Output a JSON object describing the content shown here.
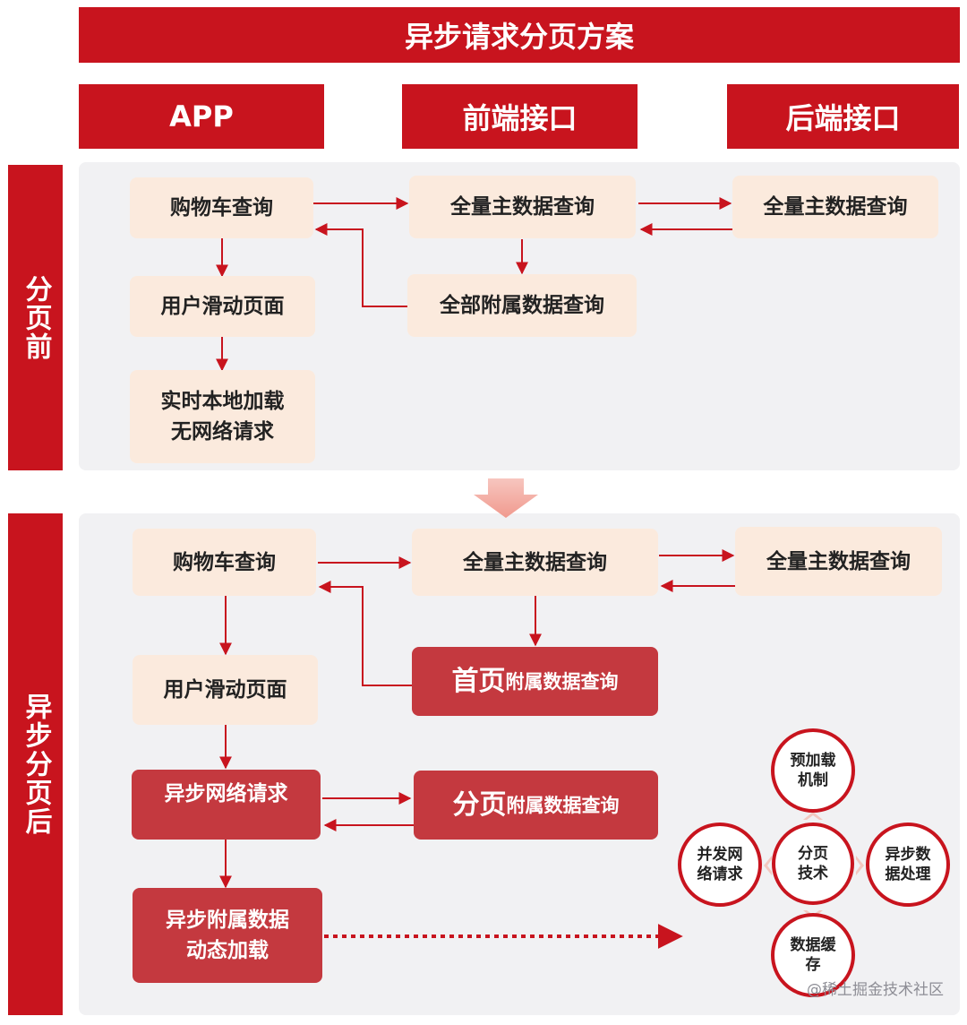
{
  "title": "异步请求分页方案",
  "columns": {
    "app": "APP",
    "frontend": "前端接口",
    "backend": "后端接口"
  },
  "sections": {
    "before": "分页前",
    "after": "异步分页后"
  },
  "before": {
    "app_cart": "购物车查询",
    "app_scroll": "用户滑动页面",
    "app_local": "实时本地加载\n无网络请求",
    "front_master": "全量主数据查询",
    "front_attached": "全部附属数据查询",
    "back_master": "全量主数据查询"
  },
  "after": {
    "app_cart": "购物车查询",
    "app_scroll": "用户滑动页面",
    "app_async_request": "异步网络请求",
    "app_async_load": "异步附属数据\n动态加载",
    "front_master": "全量主数据查询",
    "front_first_big": "首页",
    "front_first_rest": "附属数据查询",
    "front_page_big": "分页",
    "front_page_rest": "附属数据查询",
    "back_master": "全量主数据查询"
  },
  "techniques": {
    "preload": "预加载\n机制",
    "concurrent": "并发网\n络请求",
    "center": "分页\n技术",
    "async_process": "异步数\n据处理",
    "cache": "数据缓\n存"
  },
  "watermark": "@稀土掘金技术社区",
  "colors": {
    "brand_red": "#c8141e",
    "box_beige": "#fbeadd",
    "box_dark_red": "#c4393f",
    "panel_gray": "#f1f1f3"
  }
}
